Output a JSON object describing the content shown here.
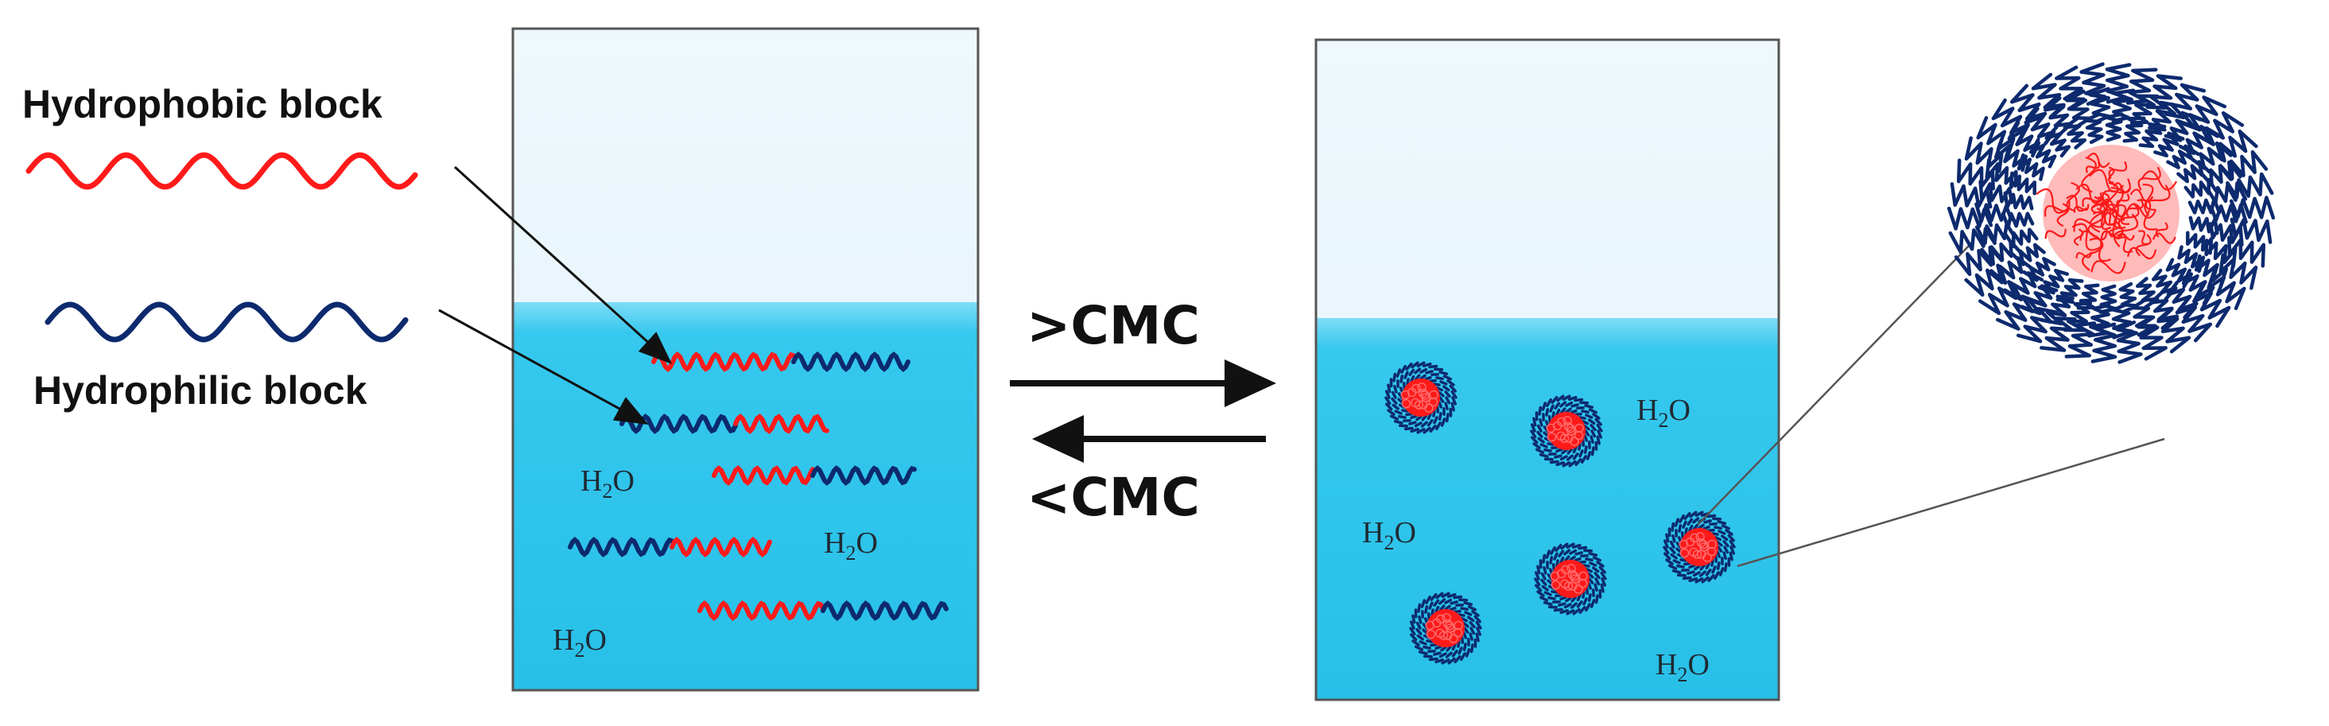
{
  "legend": {
    "hydrophobic_label": "Hydrophobic block",
    "hydrophilic_label": "Hydrophilic block"
  },
  "equilibrium": {
    "forward_label": ">CMC",
    "reverse_label": "<CMC"
  },
  "water": {
    "symbol": "H",
    "subscript": "2",
    "suffix": "O"
  },
  "colors": {
    "hydrophobic": "#ff1a1a",
    "hydrophilic": "#0d2a6e",
    "water_light": "#eaf6fc",
    "water_deep": "#2ec4ea",
    "water_surface": "#7fdcf6",
    "container_border": "#555555",
    "arrow": "#111111"
  }
}
